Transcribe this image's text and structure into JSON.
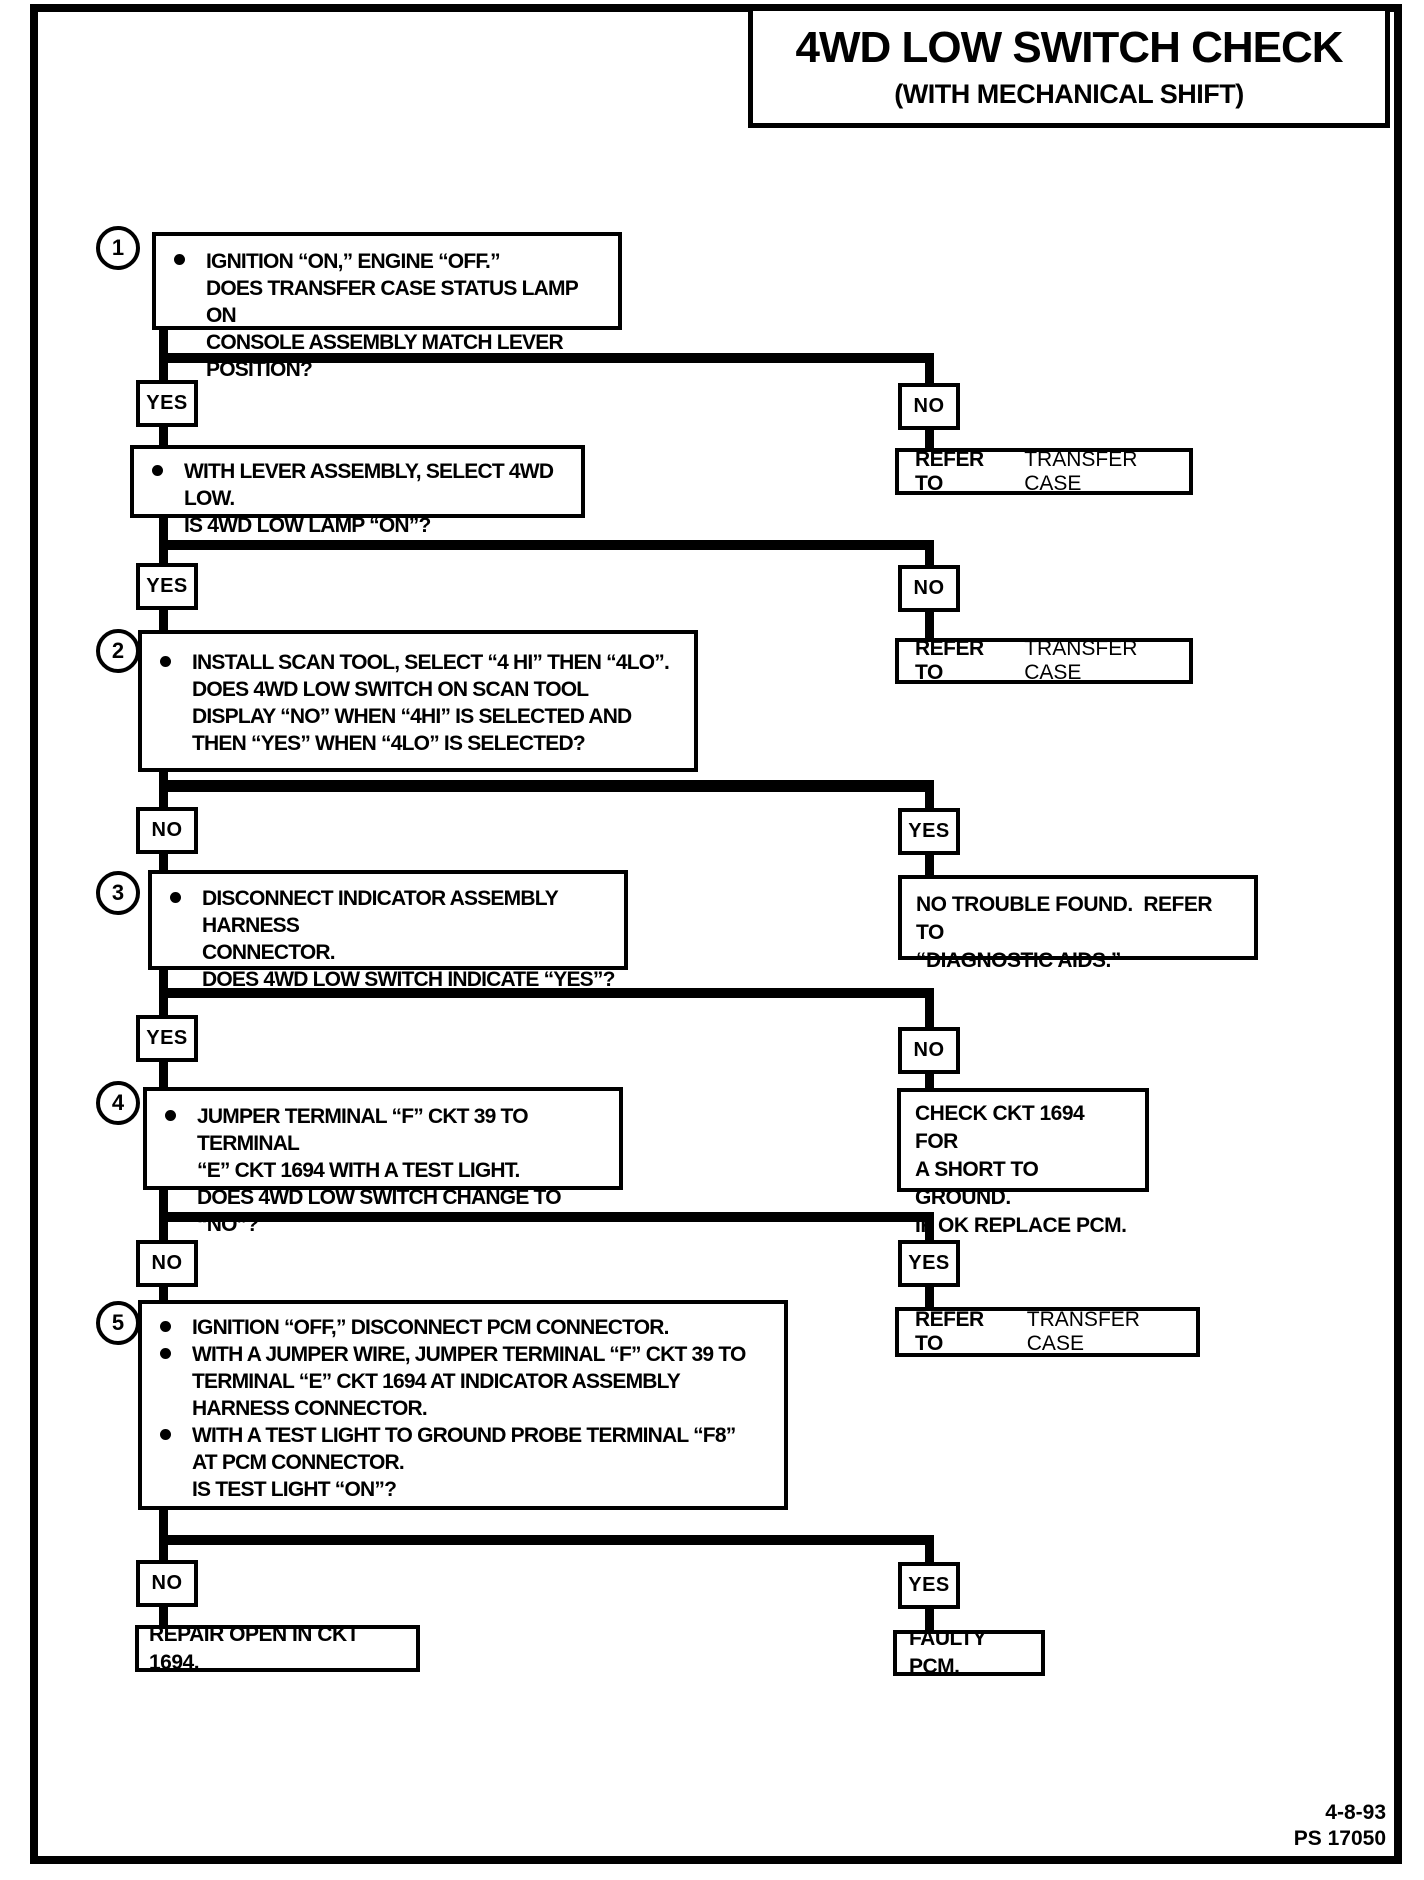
{
  "header": {
    "title": "4WD LOW SWITCH CHECK",
    "subtitle": "(WITH MECHANICAL SHIFT)"
  },
  "labels": {
    "yes": "YES",
    "no": "NO"
  },
  "steps": {
    "s1": {
      "num": "1",
      "l1": "IGNITION “ON,” ENGINE “OFF.”",
      "l2": "DOES TRANSFER CASE STATUS LAMP ON",
      "l3": "CONSOLE ASSEMBLY MATCH LEVER POSITION?"
    },
    "s1b": {
      "l1": "WITH LEVER ASSEMBLY, SELECT 4WD LOW.",
      "l2": "IS 4WD LOW LAMP “ON”?"
    },
    "s2": {
      "num": "2",
      "l1": "INSTALL SCAN TOOL, SELECT “4 HI” THEN “4LO”.",
      "l2": "DOES 4WD LOW SWITCH ON SCAN TOOL",
      "l3": "DISPLAY “NO” WHEN “4HI” IS SELECTED AND",
      "l4": "THEN “YES” WHEN “4LO” IS SELECTED?"
    },
    "s3": {
      "num": "3",
      "l1": "DISCONNECT INDICATOR ASSEMBLY HARNESS",
      "l2": "CONNECTOR.",
      "l3": "DOES 4WD LOW SWITCH INDICATE “YES”?"
    },
    "s4": {
      "num": "4",
      "l1": "JUMPER TERMINAL “F” CKT 39 TO TERMINAL",
      "l2": "“E” CKT 1694 WITH A TEST LIGHT.",
      "l3": "DOES 4WD LOW SWITCH CHANGE TO “NO”?"
    },
    "s5": {
      "num": "5",
      "l1": "IGNITION “OFF,” DISCONNECT PCM CONNECTOR.",
      "l2": "WITH A JUMPER WIRE, JUMPER TERMINAL “F” CKT 39 TO",
      "l3": "TERMINAL “E” CKT 1694 AT INDICATOR ASSEMBLY",
      "l4": "HARNESS CONNECTOR.",
      "l5": "WITH A TEST LIGHT TO GROUND PROBE TERMINAL “F8”",
      "l6": "AT PCM CONNECTOR.",
      "l7": "IS TEST LIGHT “ON”?"
    }
  },
  "outcomes": {
    "refer": {
      "bold": "REFER TO",
      "rest": "TRANSFER CASE"
    },
    "no_trouble": {
      "l1": "NO TROUBLE FOUND.  REFER TO",
      "l2": "“DIAGNOSTIC AIDS.”"
    },
    "check_ckt": {
      "l1": "CHECK CKT 1694 FOR",
      "l2": "A SHORT TO GROUND.",
      "l3": "IF OK REPLACE PCM."
    },
    "repair": "REPAIR OPEN IN CKT 1694.",
    "faulty": "FAULTY PCM."
  },
  "footer": {
    "date": "4-8-93",
    "doc_number": "PS 17050"
  },
  "colors": {
    "ink": "#000000",
    "paper": "#ffffff"
  }
}
